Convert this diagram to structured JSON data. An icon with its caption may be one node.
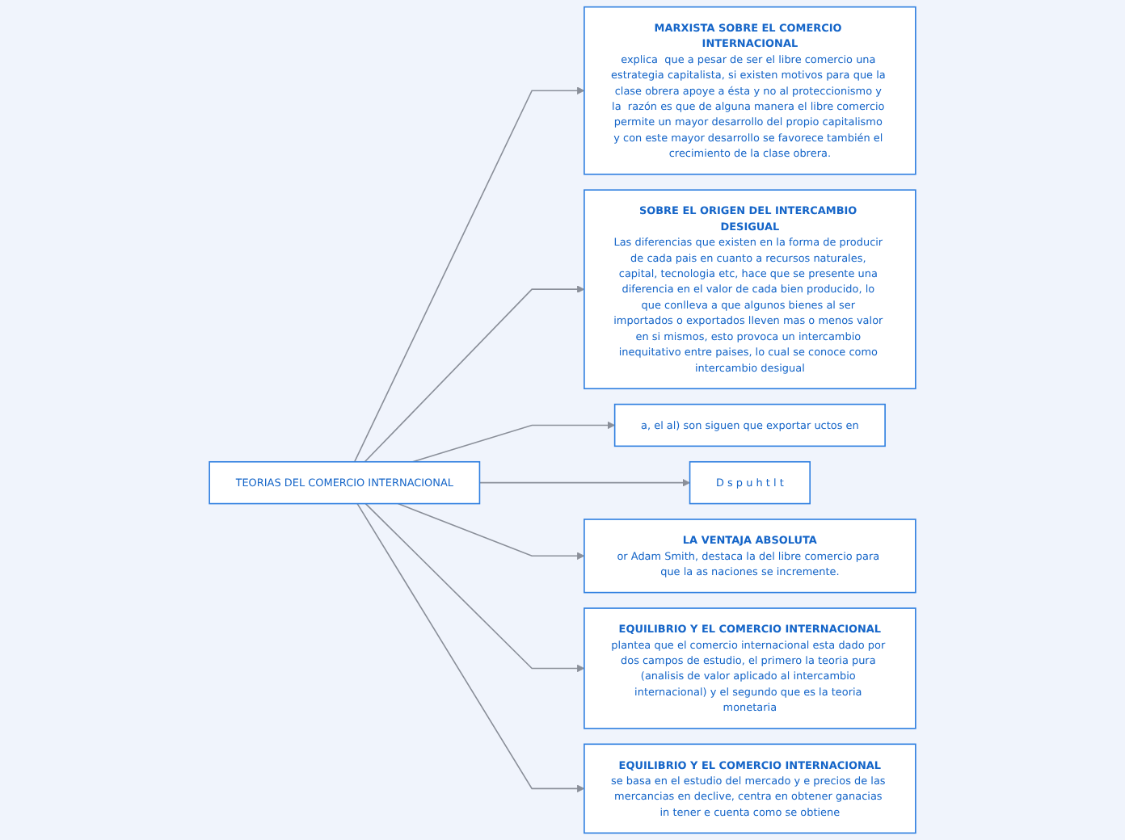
{
  "diagram": {
    "nodes": [
      {
        "text": [
          "MARXISTA SOBRE EL COMERCIO INTERNACIONAL",
          "explica  que a pesar de ser el libre comercio una estrategia capitalista, si existen motivos para que la clase obrera apoye a ésta y no al proteccionismo y la  razón es que de alguna manera el libre comercio permite un mayor desarrollo del propio capitalismo y con este mayor desarrollo se favorece también el crecimiento de la clase obrera."
        ]
      },
      {
        "text": [
          "SOBRE EL ORIGEN DEL INTERCAMBIO DESIGUAL",
          "Las diferencias que existen en la forma de producir de cada pais en cuanto a recursos naturales, capital, tecnologia etc, hace que se presente una diferencia en el valor de cada bien producido, lo que conlleva a que algunos bienes al ser importados o exportados lleven mas o menos valor en si mismos, esto provoca un intercambio inequitativo entre paises, lo cual se conoce como intercambio desigual"
        ]
      },
      {
        "text": [
          "a, el al) son siguen que exportar uctos en"
        ]
      },
      {
        "text": [
          "TEORIAS DEL COMERCIO INTERNACIONAL"
        ]
      },
      {
        "text": [
          "D s p u h t l t"
        ]
      },
      {
        "text": [
          "LA VENTAJA ABSOLUTA",
          "or Adam Smith, destaca la del libre comercio para que la as naciones se incremente."
        ]
      },
      {
        "text": [
          "EQUILIBRIO Y EL COMERCIO INTERNACIONAL",
          "plantea que el comercio internacional esta dado por dos campos de estudio, el primero la teoria pura (analisis de valor aplicado al intercambio internacional) y el segundo que es la teoria monetaria"
        ]
      },
      {
        "text": [
          "EQUILIBRIO Y EL COMERCIO INTERNACIONAL",
          "se basa en el estudio del mercado y e precios de las mercancias en declive, centra en obtener ganacias in tener e cuenta como se obtiene"
        ]
      }
    ],
    "edges": [
      {
        "from": 3,
        "to": 0,
        "arrow": "to"
      },
      {
        "from": 3,
        "to": 1,
        "arrow": "to"
      },
      {
        "from": 3,
        "to": 2,
        "arrow": "to"
      },
      {
        "from": 3,
        "to": 4,
        "arrow": "to"
      },
      {
        "from": 3,
        "to": 5,
        "arrow": "to"
      },
      {
        "from": 3,
        "to": 6,
        "arrow": "to"
      },
      {
        "from": 3,
        "to": 7,
        "arrow": "to"
      }
    ]
  }
}
